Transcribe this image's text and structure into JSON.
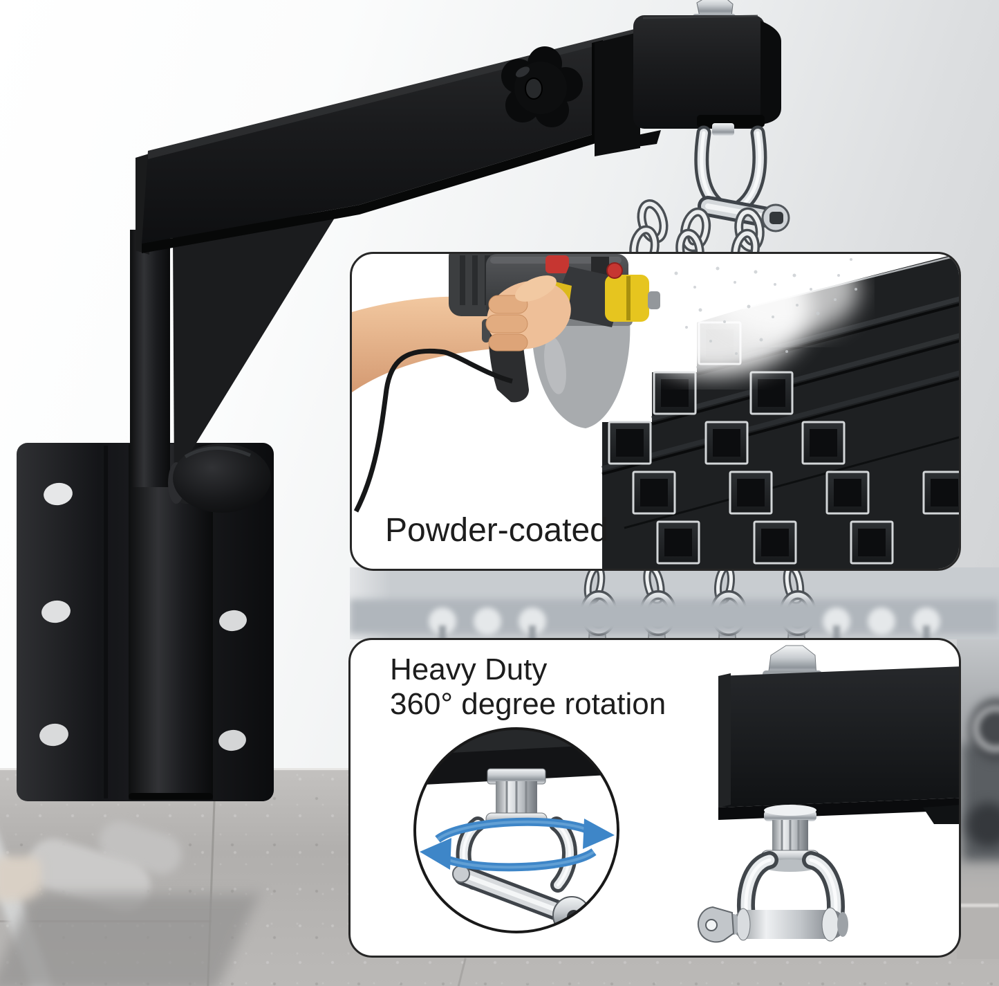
{
  "callouts": {
    "powder_coated": {
      "label": "Powder-coated"
    },
    "heavy_duty": {
      "line1": "Heavy Duty",
      "line2": "360° degree rotation"
    }
  },
  "icons": {
    "rotation_arrows": "circular-360-rotation-arrows"
  },
  "colors": {
    "panel_background": "#ffffff",
    "panel_border": "#272727",
    "text": "#1d1d1d",
    "product_black": "#141517",
    "chrome_silver": "#d6d9dc",
    "rotation_arrow_blue": "#3e86c8",
    "spray_gun_yellow": "#e6c51f",
    "spray_gun_red": "#c63631",
    "hand_skin": "#eebf98",
    "wall_light": "#ffffff",
    "wall_dark": "#cfd1d3",
    "concrete_floor": "#b3b1af"
  }
}
